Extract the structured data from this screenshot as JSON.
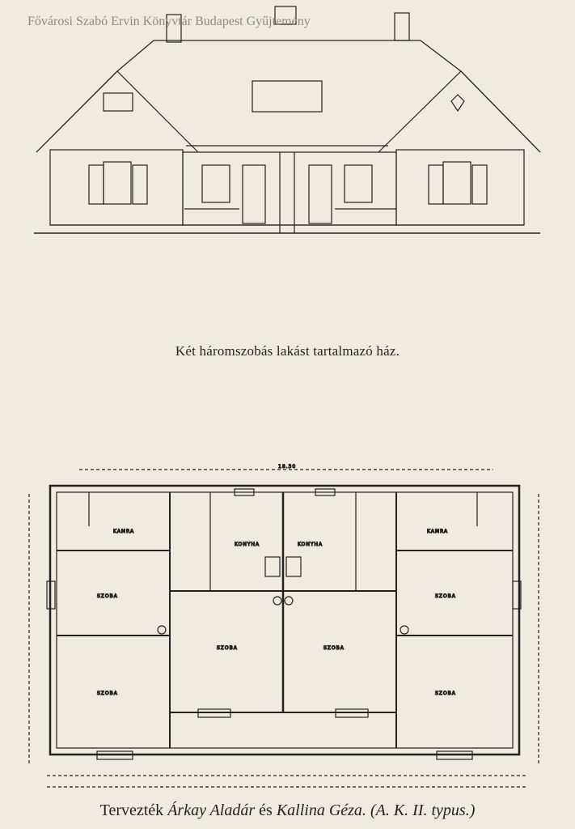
{
  "watermark": "Fővárosi Szabó Ervin Könyvtár Budapest Gyűjtemény",
  "elevation_caption": "Két háromszobás lakást tartalmazó ház.",
  "plan": {
    "rooms": [
      "SZOBA",
      "SZOBA",
      "SZOBA",
      "SZOBA",
      "SZOBA",
      "SZOBA",
      "KONYHA",
      "KONYHA",
      "KAMRA",
      "KAMRA"
    ],
    "overall_dimension": "18.30"
  },
  "footer": {
    "prefix": "Tervezték",
    "architect1": "Árkay Aladár",
    "conjunction": "és",
    "architect2": "Kallina Géza.",
    "type": "(A. K. II. typus.)"
  },
  "colors": {
    "paper": "#efebe1",
    "ink": "#222222"
  }
}
